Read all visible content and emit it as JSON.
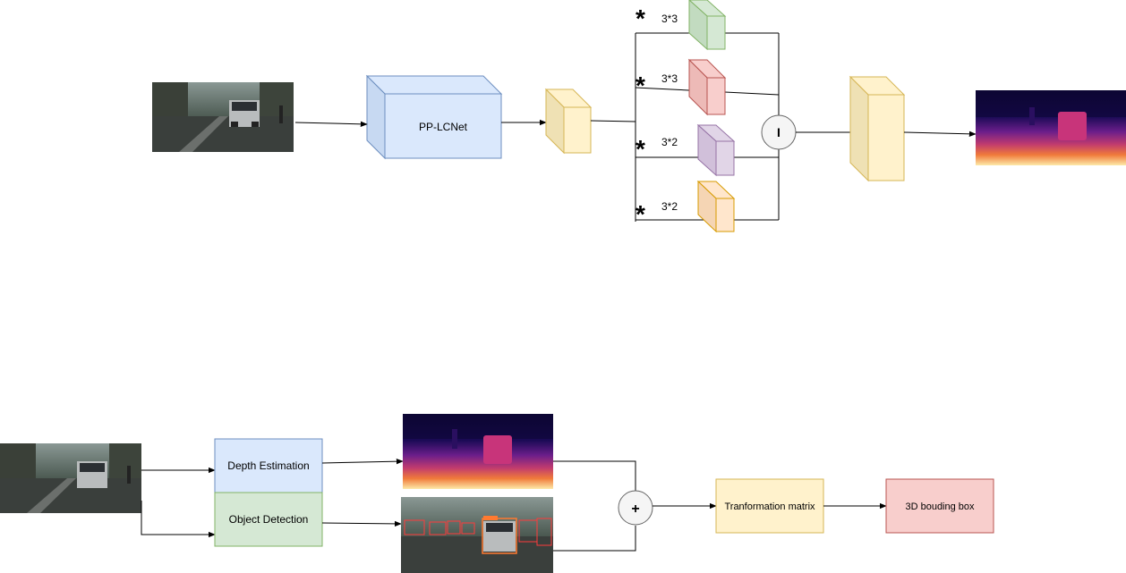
{
  "top_pipeline": {
    "backbone_label": "PP-LCNet",
    "branches": [
      {
        "symbol": "*",
        "kernel": "3*3",
        "color": "#d5e8d4",
        "stroke": "#82b366"
      },
      {
        "symbol": "*",
        "kernel": "3*3",
        "color": "#f8cecc",
        "stroke": "#b85450"
      },
      {
        "symbol": "*",
        "kernel": "3*2",
        "color": "#e1d5e7",
        "stroke": "#9673a6"
      },
      {
        "symbol": "*",
        "kernel": "3*2",
        "color": "#ffe6cc",
        "stroke": "#d79b00"
      }
    ],
    "merge_symbol": "I"
  },
  "bottom_pipeline": {
    "depth_label": "Depth Estimation",
    "detection_label": "Object Detection",
    "plus_symbol": "+",
    "transform_label": "Tranformation matrix",
    "bbox_label": "3D bouding box"
  },
  "colors": {
    "blue_fill": "#dae8fc",
    "blue_stroke": "#6c8ebf",
    "green_fill": "#d5e8d4",
    "green_stroke": "#82b366",
    "yellow_fill": "#fff2cc",
    "yellow_stroke": "#d6b656",
    "red_fill": "#f8cecc",
    "red_stroke": "#b85450"
  }
}
